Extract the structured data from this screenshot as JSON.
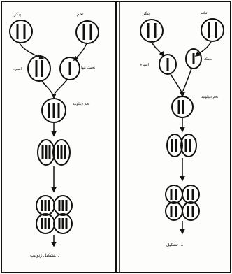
{
  "panels": [
    {
      "parent_left_label": "پیکر",
      "parent_right_label": "تخم",
      "gamete_left_label": "اسپرم",
      "gamete_right_label": "تخمک تنها",
      "zygote_label": "تخم ديپلوئيد",
      "final_label": "تشکیل ژنوتیپ..."
    },
    {
      "parent_left_label": "پیکر",
      "parent_right_label": "تخم",
      "gamete_left_label": "اسپرم",
      "gamete_right_label": "تخمک",
      "zygote_label": "تخم ديپلوئيد",
      "final_label": "تشکیل ..."
    }
  ]
}
